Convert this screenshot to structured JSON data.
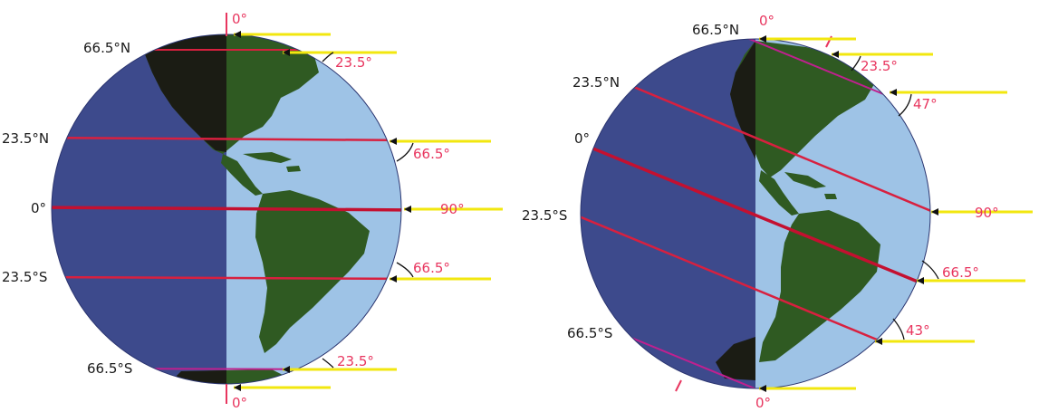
{
  "colors": {
    "night": "#3d4a8c",
    "day": "#9ec3e6",
    "land_day": "#2f5a22",
    "land_night": "#1b1c14",
    "latitude_line": "#d8203f",
    "sun_ray": "#f2e70f",
    "angle_text": "#e8365f"
  },
  "left_globe": {
    "latitude_labels": {
      "n66": "66.5°N",
      "n23": "23.5°N",
      "eq": "0°",
      "s23": "23.5°S",
      "s66": "66.5°S"
    },
    "sun_angles": {
      "top": "0°",
      "n66": "23.5°",
      "n23": "66.5°",
      "eq": "90°",
      "s23": "66.5°",
      "s66": "23.5°",
      "bottom": "0°"
    }
  },
  "right_globe": {
    "latitude_labels": {
      "n66": "66.5°N",
      "n23": "23.5°N",
      "eq": "0°",
      "s23": "23.5°S",
      "s66": "66.5°S"
    },
    "sun_angles": {
      "top": "0°",
      "a": "23.5°",
      "b": "47°",
      "c": "90°",
      "d": "66.5°",
      "e": "43°",
      "bottom": "0°"
    }
  }
}
